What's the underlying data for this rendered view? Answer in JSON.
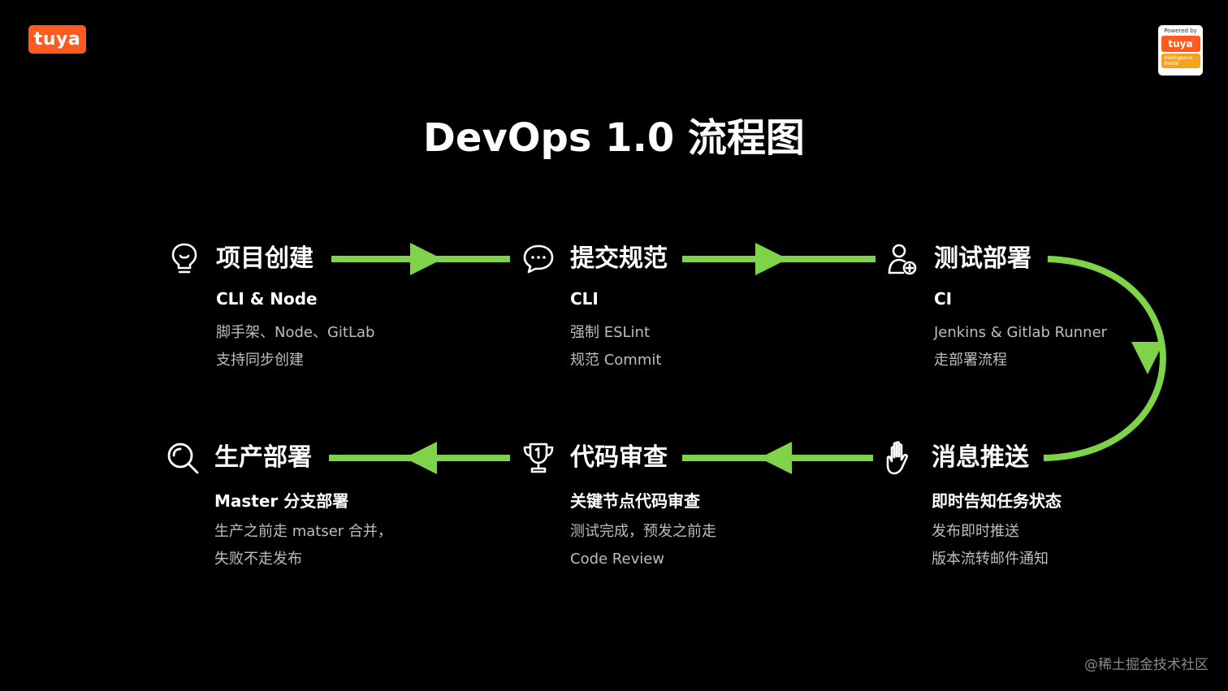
{
  "logos": {
    "left_text": "tuya",
    "right_powered": "Powered by",
    "right_brand": "tuya",
    "right_inside": "Intelligence Inside"
  },
  "title": "DevOps 1.0 流程图",
  "steps": [
    {
      "name": "项目创建",
      "icon": "lightbulb-icon",
      "subtitle": "CLI & Node",
      "lines": [
        "脚手架、Node、GitLab",
        "支持同步创建"
      ]
    },
    {
      "name": "提交规范",
      "icon": "chat-bubble-icon",
      "subtitle": "CLI",
      "lines": [
        "强制 ESLint",
        "规范 Commit"
      ]
    },
    {
      "name": "测试部署",
      "icon": "user-add-icon",
      "subtitle": "CI",
      "lines": [
        "Jenkins & Gitlab Runner",
        "走部署流程"
      ]
    },
    {
      "name": "消息推送",
      "icon": "hand-icon",
      "subtitle": "即时告知任务状态",
      "lines": [
        "发布即时推送",
        "版本流转邮件通知"
      ]
    },
    {
      "name": "代码审查",
      "icon": "trophy-icon",
      "subtitle": "关键节点代码审查",
      "lines": [
        "测试完成，预发之前走",
        "Code Review"
      ]
    },
    {
      "name": "生产部署",
      "icon": "search-icon",
      "subtitle": "Master 分支部署",
      "lines": [
        "生产之前走 matser 合并，",
        "失败不走发布"
      ]
    }
  ],
  "colors": {
    "arrow": "#7ed348",
    "brand": "#ff5a1f",
    "desc": "#bdbdbd"
  },
  "watermark": "@稀土掘金技术社区"
}
